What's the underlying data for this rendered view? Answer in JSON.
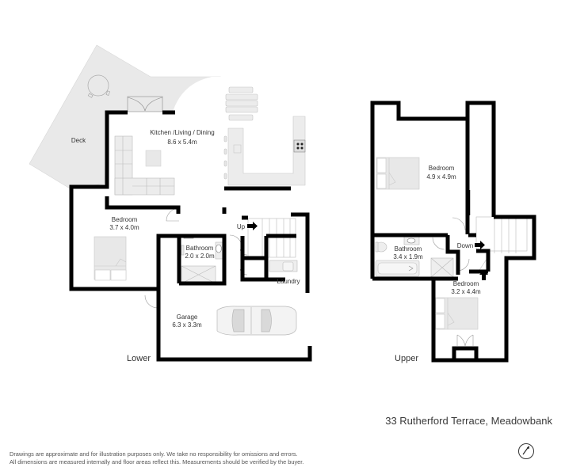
{
  "property": {
    "address": "33 Rutherford Terrace, Meadowbank"
  },
  "floors": {
    "lower": {
      "label": "Lower",
      "rooms": [
        {
          "name": "Kitchen /Living / Dining",
          "size": "8.6 x 5.4m"
        },
        {
          "name": "Deck",
          "size": ""
        },
        {
          "name": "Bedroom",
          "size": "3.7 x 4.0m"
        },
        {
          "name": "Bathroom",
          "size": "2.0 x 2.0m"
        },
        {
          "name": "Laundry",
          "size": ""
        },
        {
          "name": "Garage",
          "size": "6.3 x 3.3m"
        }
      ],
      "stairs_label": "Up"
    },
    "upper": {
      "label": "Upper",
      "rooms": [
        {
          "name": "Bedroom",
          "size": "4.9 x 4.9m"
        },
        {
          "name": "Bathroom",
          "size": "3.4 x 1.9m"
        },
        {
          "name": "Bedroom",
          "size": "3.2 x 4.4m"
        }
      ],
      "stairs_label": "Down"
    }
  },
  "disclaimer": {
    "line1": "Drawings are approximate and for illustration purposes only. We take no responsibility for omissions and errors.",
    "line2": "All dimensions are measured internally and floor areas reflect this. Measurements should be verified by the buyer."
  },
  "icons": {
    "compass": "north-arrow-icon",
    "stairs_arrow": "arrow-right-icon"
  },
  "colors": {
    "wall": "#000000",
    "fixture_fill": "#e8e8e8",
    "fixture_stroke": "#b5b5b5",
    "text": "#333333"
  }
}
